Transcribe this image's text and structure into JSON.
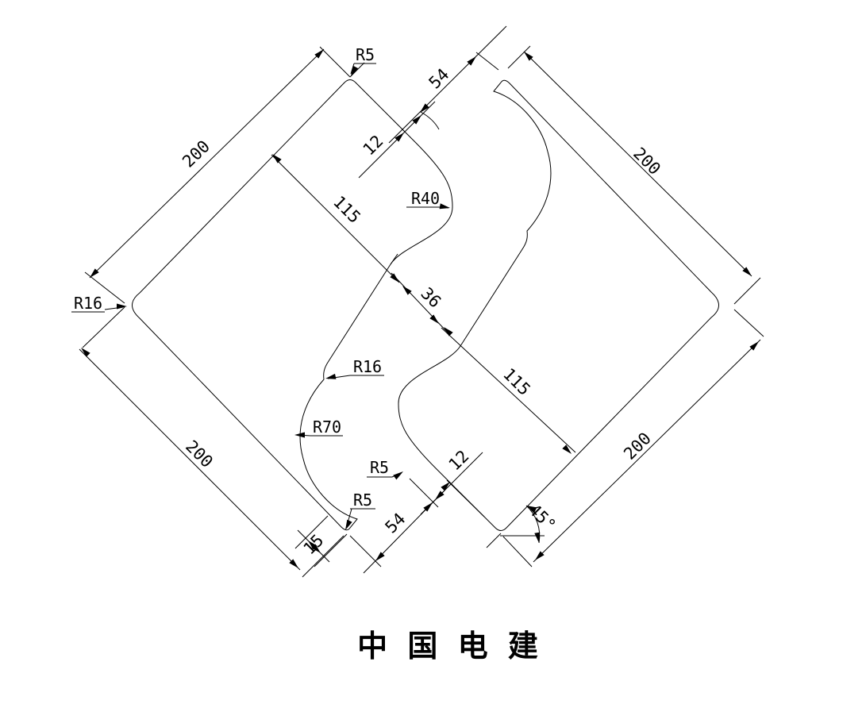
{
  "colors": {
    "line": "#000000",
    "background": "#ffffff"
  },
  "labels": {
    "len_200_top_left": "200",
    "len_115_left": "115",
    "rad_r5_top": "R5",
    "len_12_top": "12",
    "len_54_top": "54",
    "len_200_top_right": "200",
    "len_115_right": "115",
    "len_200_bottom_right": "200",
    "angle_45_bottom_right": "45°",
    "len_200_bottom_left": "200",
    "rad_r16_left": "R16",
    "len_36_middle": "36",
    "rad_r40_middle": "R40",
    "rad_r16_middle": "R16",
    "rad_r70_middle": "R70",
    "rad_r5_middle": "R5",
    "rad_r5_bottom": "R5",
    "len_54_bottom": "54",
    "len_12_bottom": "12",
    "len_15_bottom": "15"
  },
  "title": {
    "text": "中 国 电 建"
  }
}
